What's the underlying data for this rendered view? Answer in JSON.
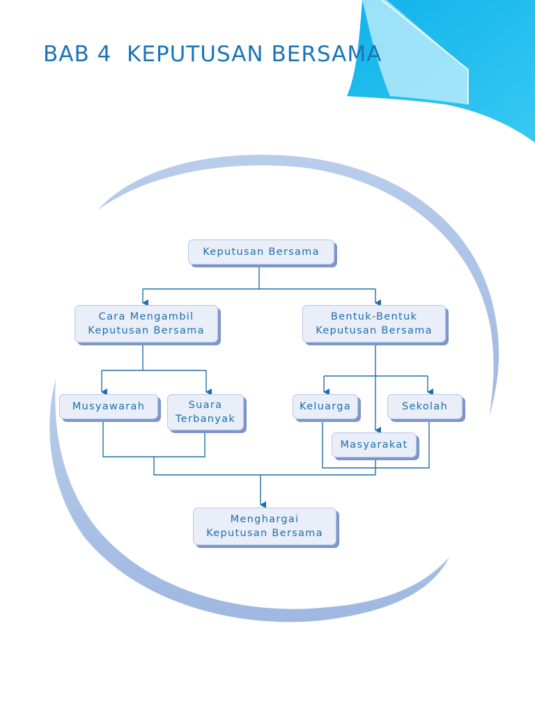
{
  "title": {
    "chapter": "BAB 4",
    "text": "KEPUTUSAN BERSAMA"
  },
  "nodes": {
    "root": {
      "line1": "Keputusan Bersama"
    },
    "cara": {
      "line1": "Cara Mengambil",
      "line2": "Keputusan Bersama"
    },
    "bentuk": {
      "line1": "Bentuk-Bentuk",
      "line2": "Keputusan Bersama"
    },
    "musyawarah": {
      "line1": "Musyawarah"
    },
    "suara": {
      "line1": "Suara",
      "line2": "Terbanyak"
    },
    "keluarga": {
      "line1": "Keluarga"
    },
    "sekolah": {
      "line1": "Sekolah"
    },
    "masyarakat": {
      "line1": "Masyarakat"
    },
    "menghargai": {
      "line1": "Menghargai",
      "line2": "Keputusan Bersama"
    }
  },
  "edges": [
    {
      "from": "root",
      "to": "cara"
    },
    {
      "from": "root",
      "to": "bentuk"
    },
    {
      "from": "cara",
      "to": "musyawarah"
    },
    {
      "from": "cara",
      "to": "suara"
    },
    {
      "from": "bentuk",
      "to": "keluarga"
    },
    {
      "from": "bentuk",
      "to": "sekolah"
    },
    {
      "from": "bentuk",
      "to": "masyarakat"
    },
    {
      "from": "musyawarah",
      "to": "menghargai"
    },
    {
      "from": "suara",
      "to": "menghargai"
    },
    {
      "from": "keluarga",
      "to": "menghargai"
    },
    {
      "from": "sekolah",
      "to": "menghargai"
    },
    {
      "from": "masyarakat",
      "to": "menghargai"
    }
  ],
  "colors": {
    "title": "#1a74b8",
    "node_text": "#1a6fae",
    "node_fill": "#e9eef8",
    "node_shadow": "#7d96c9",
    "connector": "#1f6fa8",
    "accent_cyan": "#12b9ec",
    "ring": "#a9c1e6"
  }
}
